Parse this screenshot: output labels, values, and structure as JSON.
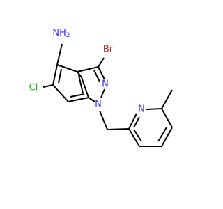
{
  "colors": {
    "carbon_bond": "#000000",
    "nitrogen": "#3333ff",
    "bromine": "#a62929",
    "chlorine": "#1fae1f"
  },
  "atoms": {
    "amine": "NH2",
    "amine_n": "N",
    "amine_h": "H",
    "amine_sub": "2",
    "bromine": "Br",
    "chlorine": "Cl",
    "indazole_n2": "N",
    "indazole_n1": "N",
    "pyridine_n": "N"
  }
}
